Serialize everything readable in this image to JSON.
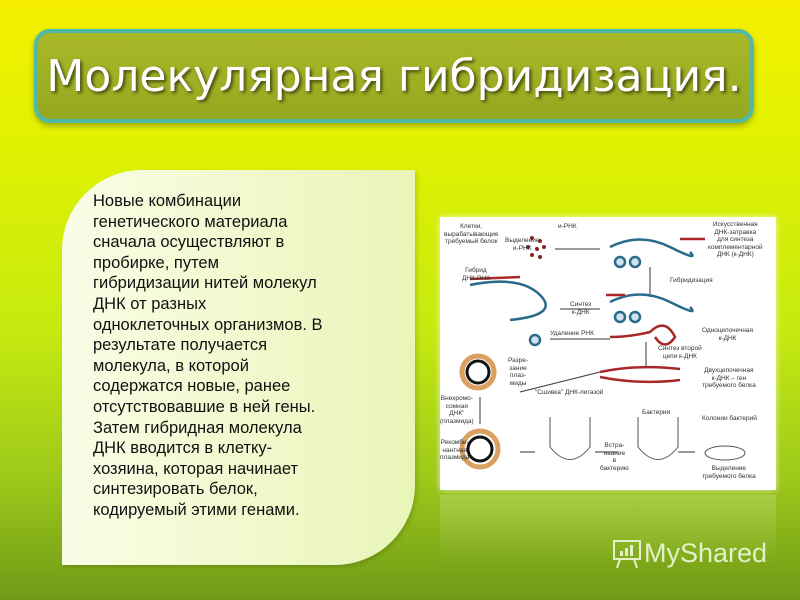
{
  "slide": {
    "title": "Молекулярная гибридизация.",
    "body_lines": [
      "Новые комбинации",
      "генетического материала",
      "сначала осуществляют  в",
      "пробирке, путем",
      "гибридизации нитей молекул",
      "ДНК от разных",
      "одноклеточных организмов. В",
      "результате получается",
      "молекула, в которой",
      "содержатся новые, ранее",
      "отсутствовавшие в ней гены.",
      "Затем гибридная молекула",
      "ДНК вводится в клетку-",
      "хозяина, которая начинает",
      "синтезировать белок,",
      "кодируемый этими генами."
    ]
  },
  "diagram": {
    "labels": [
      "Клетки,\nвырабатывающие\nтребуемый белок",
      "Выделение\nи-РНК",
      "и-РНК",
      "Искусственная\nДНК-затравка\nдля синтеза\nкомплементарной\nДНК  (к-ДНК)",
      "Гибридизация",
      "Гибрид\nДНК-РНК",
      "Синтез\nк-ДНК",
      "Удаление РНК",
      "Одноцепочечная\nк-ДНК",
      "Синтез второй\nцепи к-ДНК",
      "Разре-\nзание\nплаз-\nмиды",
      "Двухцепочечная\nк-ДНК – ген\nтребуемого белка",
      "Внехромо-\nсомная\nДНК\"\n(плазмида)",
      "\"Сшивка\" ДНК-лигазой",
      "Бактерии",
      "Колонии бактерий",
      "Рекомби-\nнантная\nплазмида",
      "Встра-\nивание\nв\nбактерию",
      "Выделение\nтребуемого белка"
    ],
    "colors": {
      "dna": "#a82828",
      "rna": "#2a6a8a",
      "plasmid": "#d9a060"
    }
  },
  "watermark": {
    "text": "MyShared",
    "icon": "presentation-board-icon"
  }
}
